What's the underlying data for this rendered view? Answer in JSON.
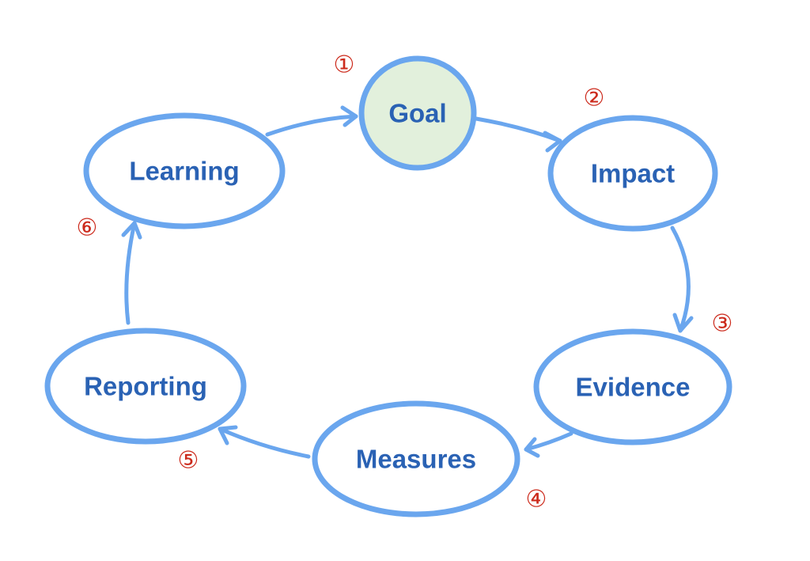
{
  "nodes": [
    {
      "id": "goal",
      "label": "Goal",
      "fill": "#e2f0dc"
    },
    {
      "id": "impact",
      "label": "Impact",
      "fill": "#ffffff"
    },
    {
      "id": "evidence",
      "label": "Evidence",
      "fill": "#ffffff"
    },
    {
      "id": "measures",
      "label": "Measures",
      "fill": "#ffffff"
    },
    {
      "id": "reporting",
      "label": "Reporting",
      "fill": "#ffffff"
    },
    {
      "id": "learning",
      "label": "Learning",
      "fill": "#ffffff"
    }
  ],
  "steps": [
    "①",
    "②",
    "③",
    "④",
    "⑤",
    "⑥"
  ],
  "colors": {
    "node_stroke": "#6aa6ee",
    "label_text": "#2a62b4",
    "step_number": "#cc2a1c",
    "goal_fill": "#e2f0dc"
  }
}
